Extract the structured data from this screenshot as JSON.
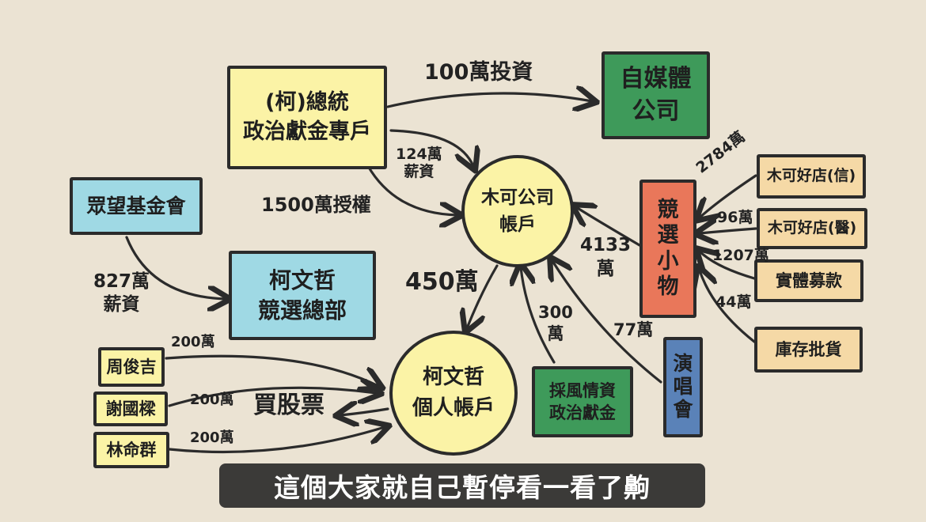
{
  "colors": {
    "yellow": "#fbf3a6",
    "green": "#3e9a5a",
    "cyan": "#9fd9e4",
    "orange": "#e9775a",
    "tan": "#f5d9a6",
    "blue": "#5a82b8",
    "ink": "#2b2b2b",
    "paper": "#ebe3d3"
  },
  "nodes": {
    "office": "(柯)總統\n政治獻金專戶",
    "media": "自媒體\n公司",
    "foundation": "眾望基金會",
    "campaign_hq": "柯文哲\n競選總部",
    "company_account": "木可公司\n帳戶",
    "personal_account": "柯文哲\n個人帳戶",
    "souvenirs": "競選小物",
    "store_xinyi": "木可好店(信)",
    "store_yi": "木可好店(醫)",
    "physical_donation": "實體募款",
    "inventory": "庫存批貨",
    "concert": "演唱會",
    "interview_donation": "採風情資\n政治獻金",
    "zhou": "周俊吉",
    "xie": "謝國樑",
    "lin": "林命群"
  },
  "flows": {
    "office_to_media": "100萬投資",
    "office_to_company": "124萬\n薪資",
    "authorization": "1500萬授權",
    "foundation_to_hq": "827萬\n薪資",
    "company_to_personal": "450萬",
    "souvenirs_to_company": "4133\n萬",
    "xinyi": "2784萬",
    "yi": "96萬",
    "physical": "1207萬",
    "inventory": "44萬",
    "interview": "300\n萬",
    "concert": "77萬",
    "zhou": "200萬",
    "xie": "200萬",
    "lin": "200萬",
    "buy_stocks": "買股票"
  },
  "subtitle": "這個大家就自己暫停看一看了齁"
}
